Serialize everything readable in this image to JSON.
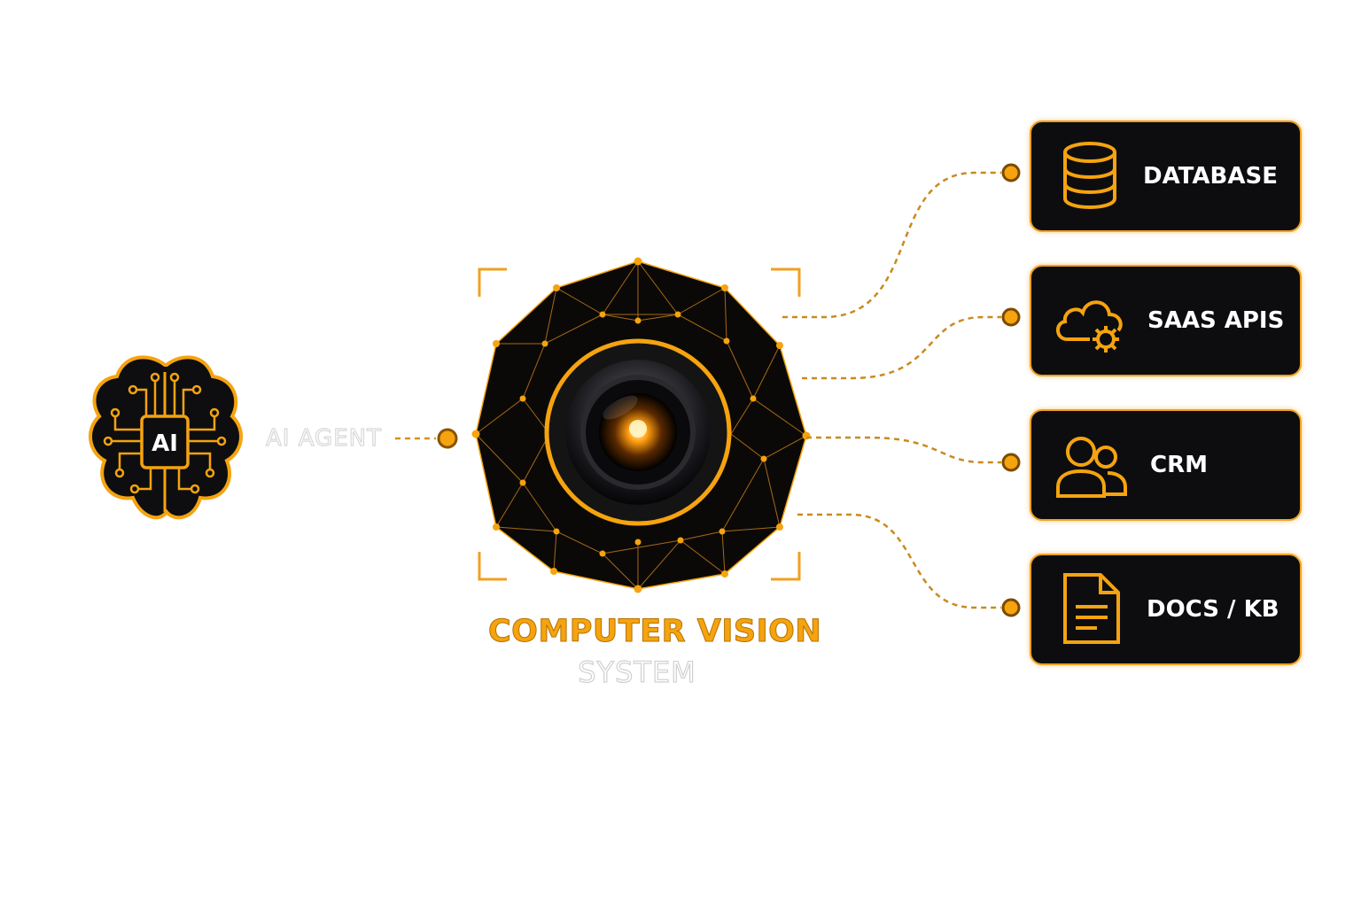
{
  "brain": {
    "chip_label": "AI"
  },
  "agent": {
    "label": "AI AGENT"
  },
  "vision": {
    "title": "COMPUTER VISION",
    "subtitle": "SYSTEM"
  },
  "targets": [
    {
      "label": "DATABASE",
      "icon": "database-icon"
    },
    {
      "label": "SAAS APIS",
      "icon": "cloud-gear-icon"
    },
    {
      "label": "CRM",
      "icon": "users-icon"
    },
    {
      "label": "DOCS / KB",
      "icon": "document-icon"
    }
  ],
  "colors": {
    "accent": "#f5a30f",
    "dark": "#0d0d10",
    "text": "#ffffff"
  }
}
